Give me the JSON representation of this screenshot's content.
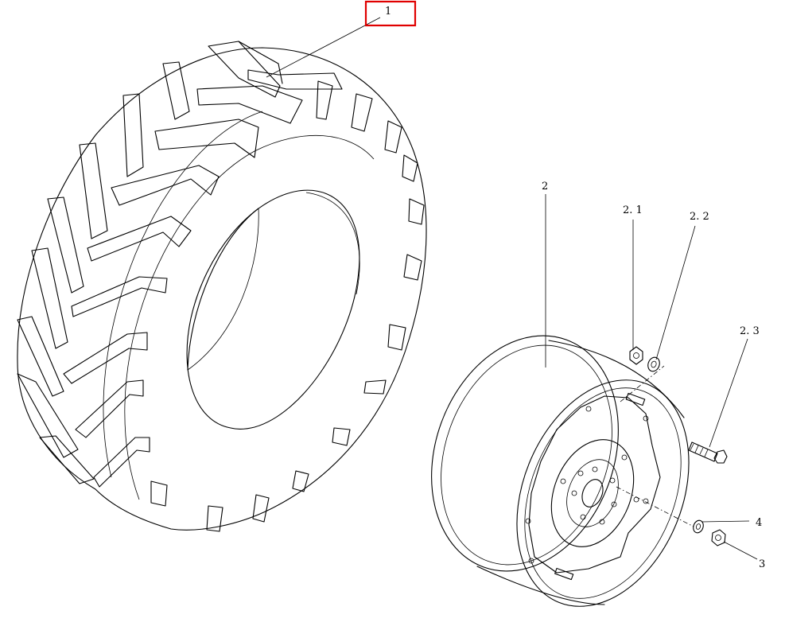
{
  "callouts": {
    "tire": "1",
    "rim": "2",
    "rim_nut": "2. 1",
    "rim_washer": "2. 2",
    "rim_bolt": "2. 3",
    "wheel_nut": "3",
    "wheel_washer": "4"
  },
  "highlight_color": "#e00000"
}
